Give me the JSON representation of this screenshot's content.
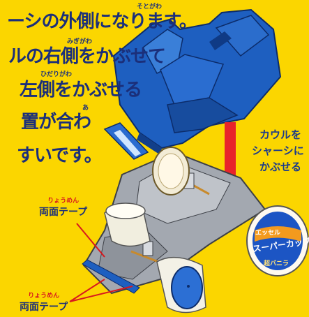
{
  "instructions": {
    "line1": "ーシの外側になります。",
    "line1_ruby": "そとがわ",
    "line2": "ルの右側をかぶせて",
    "line2_ruby": "みぎがわ",
    "line3": "左側をかぶせる",
    "line3_ruby": "ひだりがわ",
    "line4": "置が合わ",
    "line4_ruby": "あ",
    "line5": "すいです。"
  },
  "note": {
    "line1": "カウルを",
    "line2": "シャーシに",
    "line3": "かぶせる"
  },
  "tape_labels": [
    {
      "ruby": "りょうめん",
      "main": "両面テープ"
    },
    {
      "ruby": "りょうめん",
      "main": "両面テープ"
    }
  ],
  "product": {
    "brand": "エッセル",
    "name": "スーパーカップ",
    "flavor": "超バニラ"
  },
  "colors": {
    "background": "#fbd600",
    "cowl": "#1f5fbf",
    "arrow": "#e8242a",
    "chassis": "#9aa0a8"
  }
}
